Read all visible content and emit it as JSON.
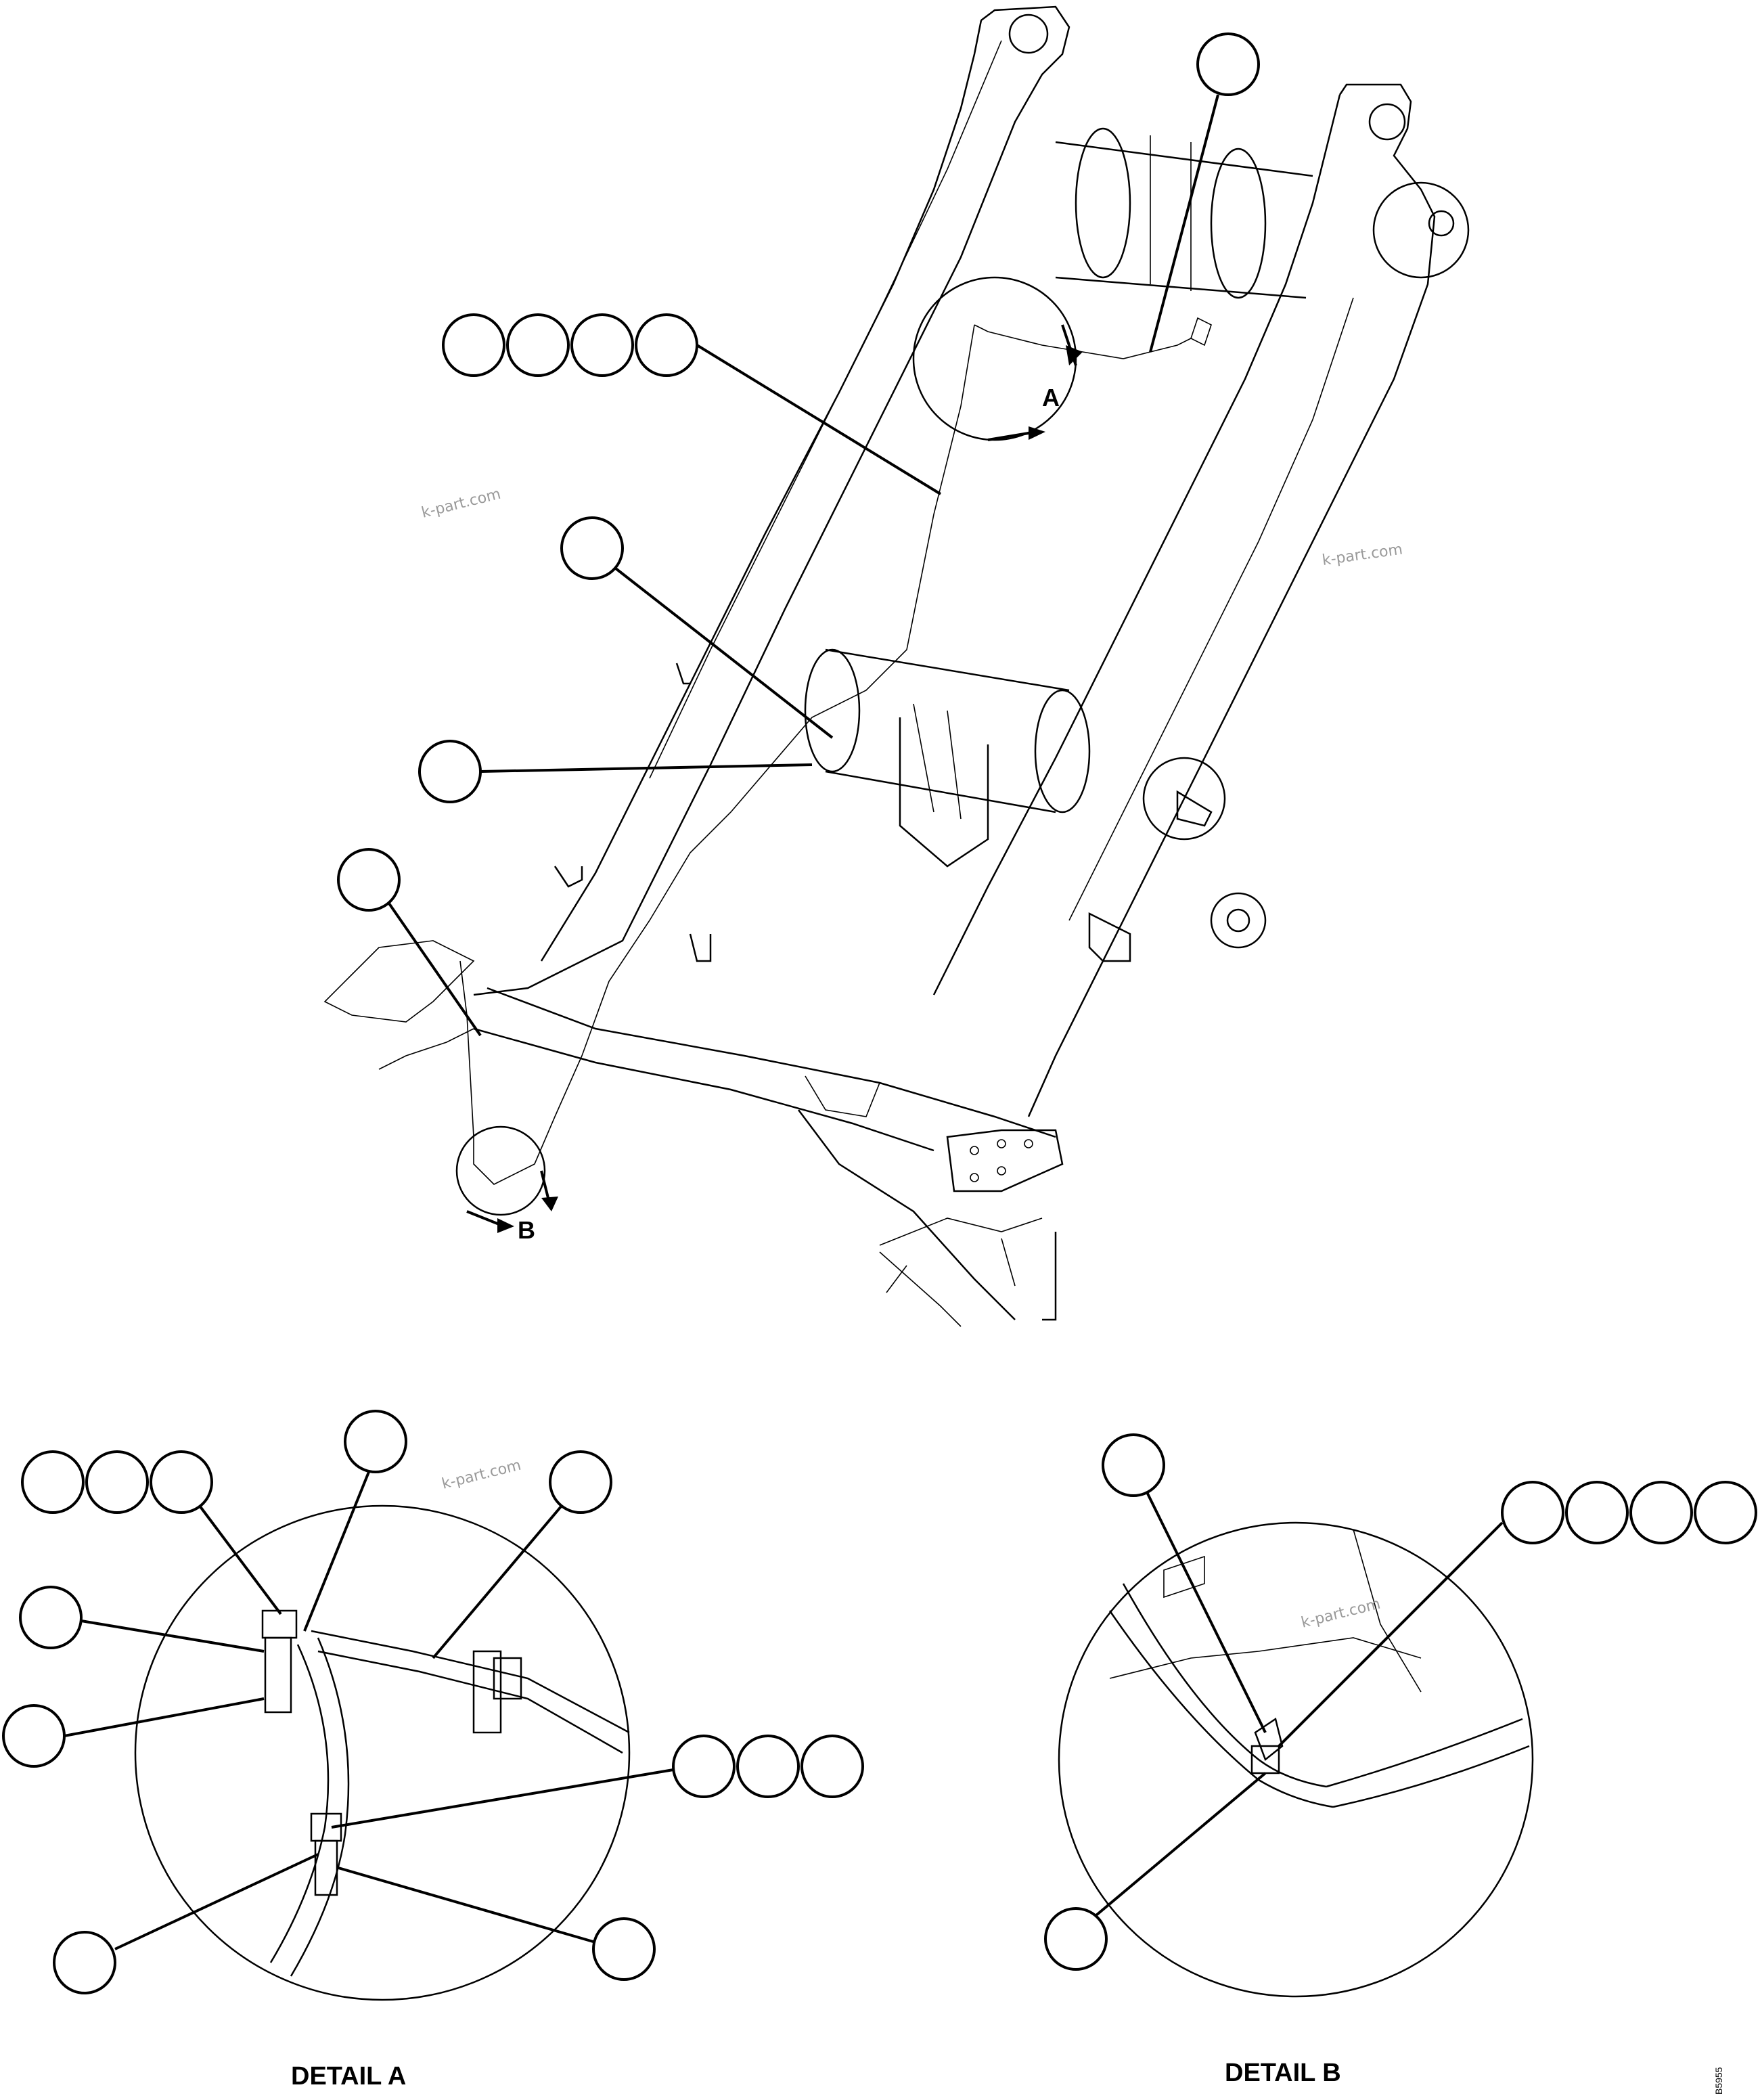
{
  "watermarks": [
    "k-part.com",
    "k-part.com",
    "k-part.com",
    "k-part.com"
  ],
  "detail_a": {
    "title": "DETAIL A",
    "callout": "A"
  },
  "detail_b": {
    "title": "DETAIL B",
    "callout": "B"
  },
  "drawing_id": "B5955"
}
